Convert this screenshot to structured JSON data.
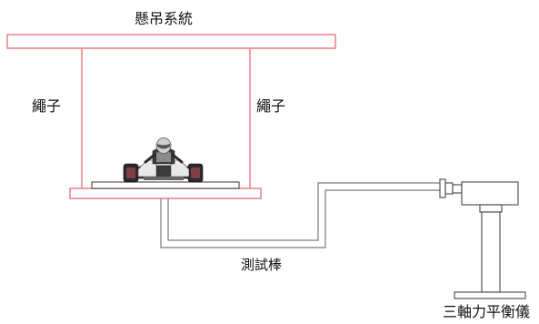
{
  "labels": {
    "suspension_system": "懸吊系統",
    "rope_left": "繩子",
    "rope_right": "繩子",
    "test_rod": "測試棒",
    "balance": "三軸力平衡儀"
  },
  "colors": {
    "frame_stroke": "#e8898f",
    "frame_fill": "#ffffff",
    "outline": "#7a7a7a",
    "dark": "#333333",
    "kart_body": "#3a3a3a",
    "kart_highlight": "#e8e8e8",
    "kart_red": "#c8505a",
    "text": "#111111"
  }
}
